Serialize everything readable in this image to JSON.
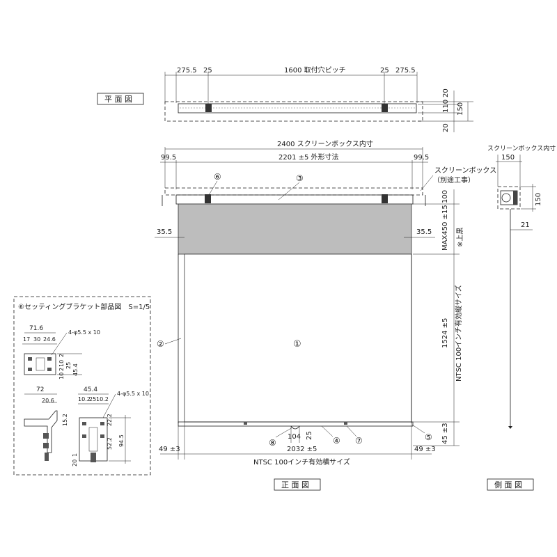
{
  "plan_view": {
    "title": "平 面 図",
    "dim_top": [
      "275.5",
      "25",
      "1600 取付穴ピッチ",
      "25",
      "275.5"
    ],
    "dim_right": [
      "20",
      "110",
      "150",
      "20"
    ]
  },
  "front_view": {
    "title": "正 面 図",
    "box_inner": "2400 スクリーンボックス内寸",
    "outer_left": "99.5",
    "outer_center": "2201 ±5 外形寸法",
    "outer_right": "99.5",
    "screen_box_label": "スクリーンボックス",
    "screen_box_note": "（別途工事）",
    "callouts": [
      "⑥",
      "③",
      "①",
      "②",
      "⑧",
      "④",
      "⑦",
      "⑤"
    ],
    "black_left": "35.5",
    "black_right": "35.5",
    "right_dims": [
      "100",
      "MAX450 ±15",
      "※上黒",
      "1524 ±5",
      "NTSC 100インチ有効縦サイズ",
      "45 ±3"
    ],
    "bottom_small": [
      "104",
      "25"
    ],
    "bottom_left": "49 ±3",
    "bottom_right": "49 ±3",
    "bottom_center": "2032 ±5",
    "bottom_label": "NTSC 100インチ有効横サイズ"
  },
  "side_view": {
    "title": "側 面 図",
    "top_label": "スクリーンボックス内寸",
    "top_dim": "150",
    "right_dim": "150",
    "offset_dim": "21"
  },
  "bracket": {
    "title": "⑥セッティングブラケット部品図　S=1/5",
    "top_width": "71.6",
    "top_subdims": [
      "17",
      "30",
      "24.6"
    ],
    "hole_label_1": "4-φ5.5 x 10",
    "side_dims_1": [
      "10",
      "2",
      "10",
      "2",
      "25",
      "45.4"
    ],
    "bottom_w1": "72",
    "bottom_w2": "45.4",
    "hole_label_2": "4-φ5.5 x 10",
    "sub_w": [
      "10.2",
      "25",
      "10.2"
    ],
    "inner_w": "20.6",
    "dims_v": [
      "15.2",
      "22.2",
      "52.2",
      "94.5",
      "20",
      "1"
    ]
  }
}
